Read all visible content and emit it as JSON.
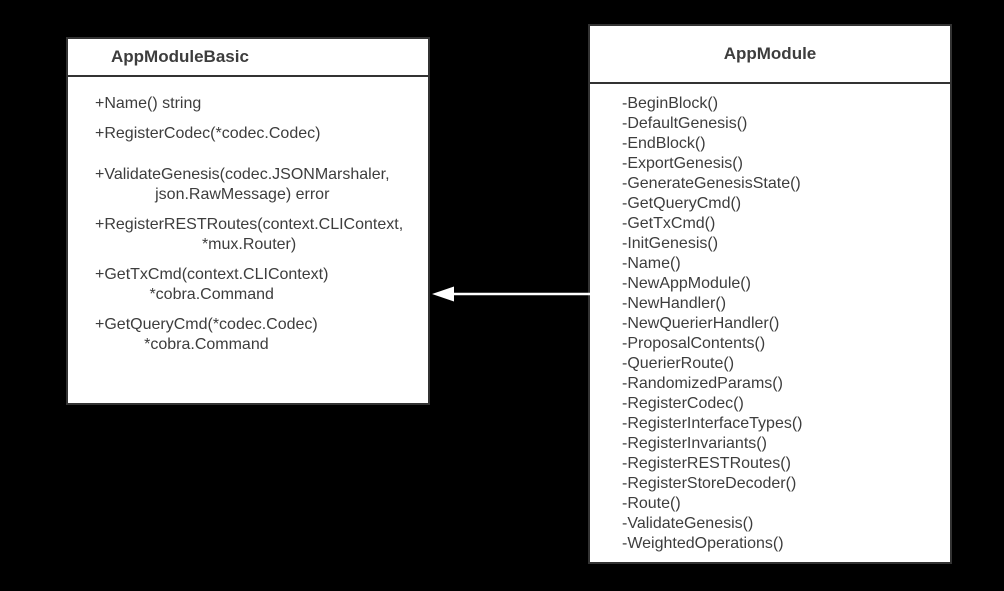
{
  "theme": {
    "bg": "#000000",
    "box_fill": "#ffffff",
    "box_border": "#333333",
    "text_color": "#3d3d3d",
    "arrow_color": "#ffffff"
  },
  "diagram": {
    "type": "uml-class-diagram",
    "classes": {
      "app_module_basic": {
        "title": "AppModuleBasic",
        "methods": [
          "+Name() string",
          "+RegisterCodec(*codec.Codec)",
          "+ValidateGenesis(codec.JSONMarshaler,\njson.RawMessage) error",
          "+RegisterRESTRoutes(context.CLIContext,\n*mux.Router)",
          "+GetTxCmd(context.CLIContext)\n*cobra.Command",
          "+GetQueryCmd(*codec.Codec)\n*cobra.Command"
        ]
      },
      "app_module": {
        "title": "AppModule",
        "methods": [
          "-BeginBlock()",
          "-DefaultGenesis()",
          "-EndBlock()",
          "-ExportGenesis()",
          "-GenerateGenesisState()",
          "-GetQueryCmd()",
          "-GetTxCmd()",
          "-InitGenesis()",
          "-Name()",
          "-NewAppModule()",
          "-NewHandler()",
          "-NewQuerierHandler()",
          "-ProposalContents()",
          "-QuerierRoute()",
          "-RandomizedParams()",
          "-RegisterCodec()",
          "-RegisterInterfaceTypes()",
          "-RegisterInvariants()",
          "-RegisterRESTRoutes()",
          "-RegisterStoreDecoder()",
          "-Route()",
          "-ValidateGenesis()",
          "-WeightedOperations()"
        ]
      }
    },
    "arrow": {
      "from": "AppModule",
      "to": "AppModuleBasic",
      "direction": "left",
      "style": "solid-filled-head"
    }
  }
}
